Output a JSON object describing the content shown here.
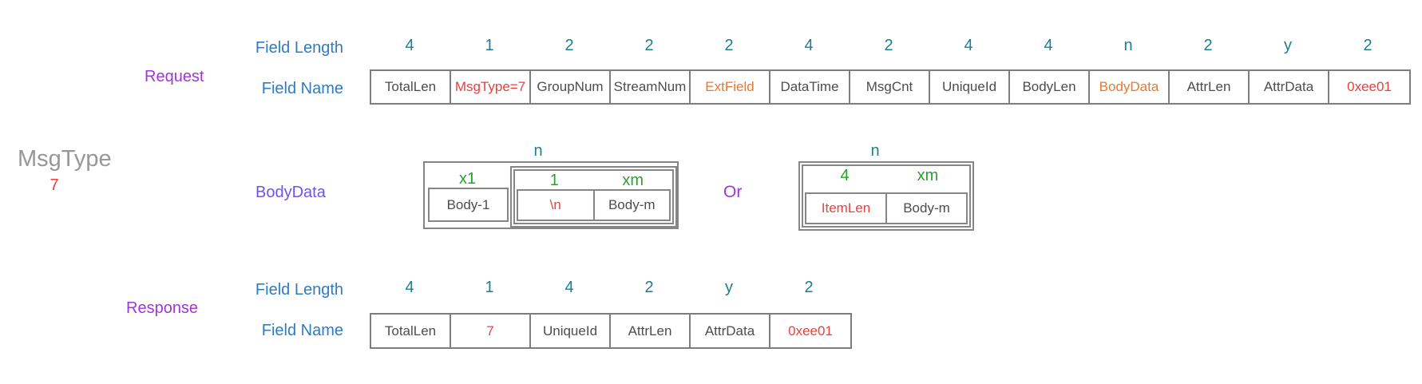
{
  "palette": {
    "label_blue": "#2e7cc3",
    "length_teal": "#1b7f8e",
    "section_purple": "#a335d6",
    "bodydata_violet": "#7152ea",
    "green": "#27a32b",
    "red": "#ec3f3b",
    "orange": "#ed7728",
    "cell_text": "#4d4d4d",
    "border_gray": "#7d7d7d",
    "msgtype_gray": "#979797"
  },
  "msgtype": {
    "label": "MsgType",
    "value": "7"
  },
  "request": {
    "section_label": "Request",
    "field_length_label": "Field Length",
    "field_name_label": "Field Name",
    "fields": [
      {
        "length": "4",
        "name": "TotalLen",
        "name_color": "#4d4d4d"
      },
      {
        "length": "1",
        "name": "MsgType=7",
        "name_color": "#ec3f3b"
      },
      {
        "length": "2",
        "name": "GroupNum",
        "name_color": "#4d4d4d"
      },
      {
        "length": "2",
        "name": "StreamNum",
        "name_color": "#4d4d4d"
      },
      {
        "length": "2",
        "name": "ExtField",
        "name_color": "#ed7728"
      },
      {
        "length": "4",
        "name": "DataTime",
        "name_color": "#4d4d4d"
      },
      {
        "length": "2",
        "name": "MsgCnt",
        "name_color": "#4d4d4d"
      },
      {
        "length": "4",
        "name": "UniqueId",
        "name_color": "#4d4d4d"
      },
      {
        "length": "4",
        "name": "BodyLen",
        "name_color": "#4d4d4d"
      },
      {
        "length": "n",
        "name": "BodyData",
        "name_color": "#ed7728"
      },
      {
        "length": "2",
        "name": "AttrLen",
        "name_color": "#4d4d4d"
      },
      {
        "length": "y",
        "name": "AttrData",
        "name_color": "#4d4d4d"
      },
      {
        "length": "2",
        "name": "0xee01",
        "name_color": "#ec3f3b"
      }
    ]
  },
  "bodydata": {
    "label": "BodyData",
    "or_label": "Or",
    "option1": {
      "count_label": "n",
      "body1": {
        "length": "x1",
        "name": "Body-1",
        "name_color": "#4d4d4d"
      },
      "group": {
        "items": [
          {
            "length": "1",
            "name": "\\n",
            "name_color": "#ec3f3b"
          },
          {
            "length": "xm",
            "name": "Body-m",
            "name_color": "#4d4d4d"
          }
        ]
      }
    },
    "option2": {
      "count_label": "n",
      "items": [
        {
          "length": "4",
          "name": "ItemLen",
          "name_color": "#ec3f3b"
        },
        {
          "length": "xm",
          "name": "Body-m",
          "name_color": "#4d4d4d"
        }
      ]
    }
  },
  "response": {
    "section_label": "Response",
    "field_length_label": "Field Length",
    "field_name_label": "Field Name",
    "fields": [
      {
        "length": "4",
        "name": "TotalLen",
        "name_color": "#4d4d4d"
      },
      {
        "length": "1",
        "name": "7",
        "name_color": "#ec3f3b"
      },
      {
        "length": "4",
        "name": "UniqueId",
        "name_color": "#4d4d4d"
      },
      {
        "length": "2",
        "name": "AttrLen",
        "name_color": "#4d4d4d"
      },
      {
        "length": "y",
        "name": "AttrData",
        "name_color": "#4d4d4d"
      },
      {
        "length": "2",
        "name": "0xee01",
        "name_color": "#ec3f3b"
      }
    ]
  }
}
